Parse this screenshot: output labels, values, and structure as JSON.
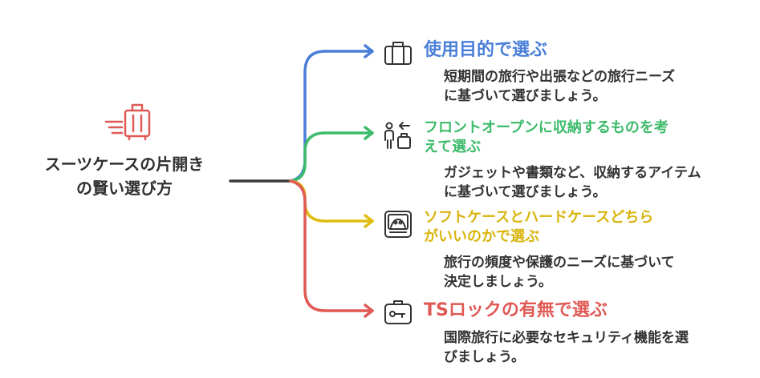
{
  "center": {
    "title_line1": "スーツケースの片開き",
    "title_line2": "の賢い選び方",
    "icon": "suitcase-icon"
  },
  "colors": {
    "line": "#3a3a3a",
    "blue": "#4a7fd8",
    "green": "#3dbb6b",
    "yellow": "#e0bd10",
    "red": "#e05a55"
  },
  "branches": [
    {
      "title": "使用目的で選ぶ",
      "desc_line1": "短期間の旅行や出張などの旅行ニーズ",
      "desc_line2": "に基づいて選びましょう。",
      "icon": "briefcase-icon",
      "color": "#4a7fd8"
    },
    {
      "title_line1": "フロントオープンに収納するものを考",
      "title_line2": "えて選ぶ",
      "desc_line1": "ガジェットや書類など、収納するアイテム",
      "desc_line2": "に基づいて選びましょう。",
      "icon": "traveler-luggage-icon",
      "color": "#3dbb6b"
    },
    {
      "title_line1": "ソフトケースとハードケースどちら",
      "title_line2": "がいいのかで選ぶ",
      "desc_line1": "旅行の頻度や保護のニーズに基づいて",
      "desc_line2": "決定しましょう。",
      "icon": "open-suitcase-icon",
      "color": "#e0bd10"
    },
    {
      "title": "TSロックの有無で選ぶ",
      "desc_line1": "国際旅行に必要なセキュリティ機能を選",
      "desc_line2": "びましょう。",
      "icon": "lock-key-icon",
      "color": "#e05a55"
    }
  ]
}
